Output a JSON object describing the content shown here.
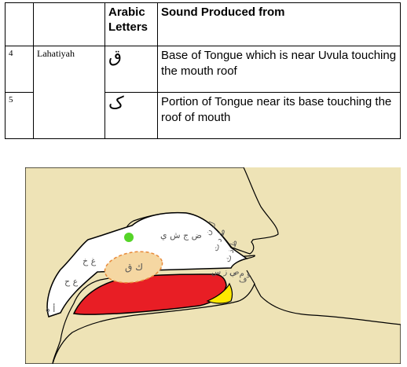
{
  "table": {
    "headers": [
      "",
      "",
      "Arabic Letters",
      "Sound Produced from"
    ],
    "group_name": "Lahatiyah",
    "rows": [
      {
        "number": "4",
        "letter": "ق",
        "description": "Base of Tongue which is near Uvula touching the mouth roof"
      },
      {
        "number": "5",
        "letter": "ک",
        "description": "Portion of Tongue near its base touching the roof of mouth"
      }
    ]
  },
  "diagram": {
    "labels": {
      "throat_lower": "أ ه",
      "throat_mid": "ع ح",
      "throat_upper": "غ خ",
      "tongue_base": "ك ق",
      "palate_mid": "ض ج ش ي",
      "palate_front": "ل ن",
      "alveolar": "ط د ت",
      "teeth": "ظ ذ ث",
      "lips": "و م ب",
      "tip": "ص ز س",
      "lip_f": "ف"
    },
    "colors": {
      "background": "#eee3b6",
      "tongue": "#e81e25",
      "tongue_tip": "#ffe800",
      "highlight": "#f5d7a2",
      "highlight_border": "#e88a3a",
      "uvula_dot": "#55d428"
    }
  }
}
